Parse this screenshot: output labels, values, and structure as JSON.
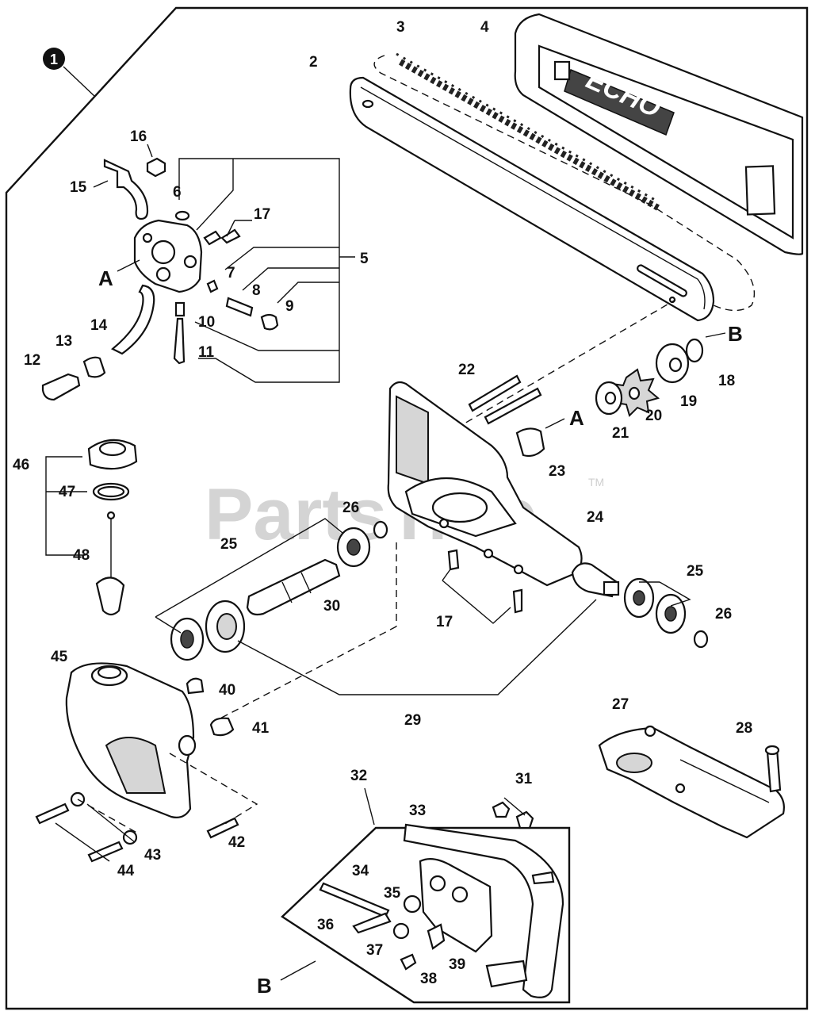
{
  "diagram": {
    "callout_marker": "1",
    "watermark": "PartsTree",
    "trademark": "TM",
    "brand_text": "ECHO",
    "reference_letters": {
      "a1": "A",
      "a2": "A",
      "b1": "B",
      "b2": "B"
    },
    "part_numbers": {
      "p2": "2",
      "p3": "3",
      "p4": "4",
      "p5": "5",
      "p6": "6",
      "p7": "7",
      "p8": "8",
      "p9": "9",
      "p10": "10",
      "p11": "11",
      "p12": "12",
      "p13": "13",
      "p14": "14",
      "p15": "15",
      "p16": "16",
      "p17a": "17",
      "p17b": "17",
      "p18": "18",
      "p19": "19",
      "p20": "20",
      "p21": "21",
      "p22": "22",
      "p23": "23",
      "p24": "24",
      "p25a": "25",
      "p25b": "25",
      "p26a": "26",
      "p26b": "26",
      "p27": "27",
      "p28": "28",
      "p29": "29",
      "p30": "30",
      "p31": "31",
      "p32": "32",
      "p33": "33",
      "p34": "34",
      "p35": "35",
      "p36": "36",
      "p37": "37",
      "p38": "38",
      "p39": "39",
      "p40": "40",
      "p41": "41",
      "p42": "42",
      "p43": "43",
      "p44": "44",
      "p45": "45",
      "p46": "46",
      "p47": "47",
      "p48": "48"
    }
  }
}
